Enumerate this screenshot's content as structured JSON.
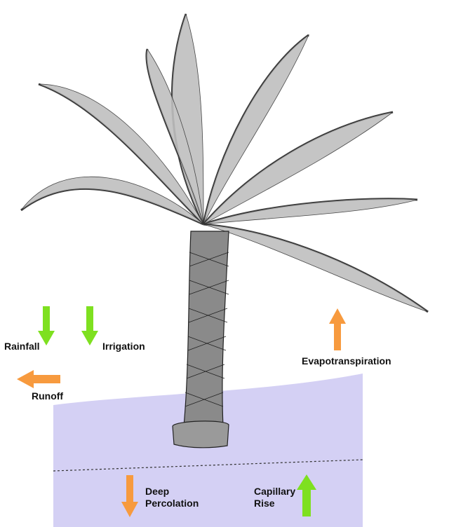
{
  "diagram": {
    "labels": {
      "rainfall": "Rainfall",
      "irrigation": "Irrigation",
      "runoff": "Runoff",
      "evapotranspiration": "Evapotranspiration",
      "deep_percolation": "Deep\nPercolation",
      "capillary_rise": "Capillary\nRise"
    },
    "colors": {
      "inflow_arrow": "#7ee020",
      "outflow_arrow": "#f79a3e",
      "soil_zone": "#d4d0f4",
      "root_zone_boundary": "#333333",
      "tree": "#3a3a3a"
    },
    "icons": {
      "tree": "palm-tree-icon",
      "rainfall": "arrow-down-icon",
      "irrigation": "arrow-down-icon",
      "runoff": "arrow-left-icon",
      "evapotranspiration": "arrow-up-icon",
      "deep_percolation": "arrow-down-icon",
      "capillary_rise": "arrow-up-icon"
    }
  }
}
